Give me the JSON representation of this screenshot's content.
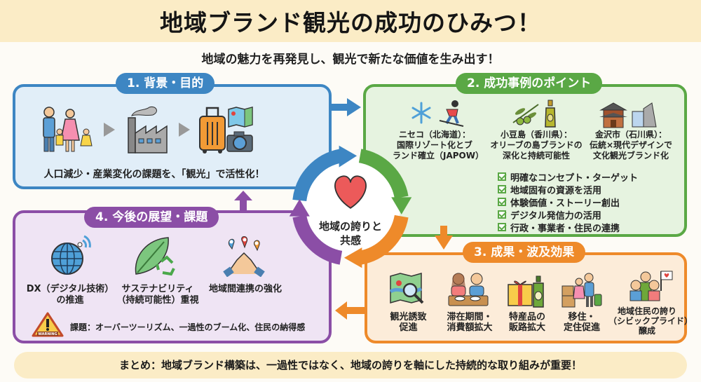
{
  "header": {
    "title": "地域ブランド観光の成功のひみつ！",
    "subtitle": "地域の魅力を再発見し、観光で新たな価値を生み出す！"
  },
  "center": {
    "label_line1": "地域の誇りと",
    "label_line2": "共感",
    "icon": "heart-icon"
  },
  "sections": {
    "background": {
      "title": "1. 背景・目的",
      "caption": "人口減少・産業変化の課題を、「観光」で活性化！",
      "icons": [
        "family-icon",
        "factory-icon",
        "suitcase-icon",
        "map-icon",
        "camera-icon"
      ],
      "color": "#3d86c3"
    },
    "cases": {
      "title": "2. 成功事例のポイント",
      "examples": [
        {
          "line1": "ニセコ（北海道）：",
          "line2": "国際リゾート化とブ",
          "line3": "ランド確立（JAPOW）",
          "icons": [
            "snowflake-icon",
            "skier-icon"
          ]
        },
        {
          "line1": "小豆島（香川県）：",
          "line2": "オリーブの島ブランドの",
          "line3": "深化と持続可能性",
          "icons": [
            "olive-branch-icon",
            "olive-oil-bottle-icon"
          ]
        },
        {
          "line1": "金沢市（石川県）：",
          "line2": "伝統×現代デザインで",
          "line3": "文化観光ブランド化",
          "icons": [
            "traditional-building-icon",
            "modern-building-icon"
          ]
        }
      ],
      "checklist": [
        "明確なコンセプト・ターゲット",
        "地域固有の資源を活用",
        "体験価値・ストーリー創出",
        "デジタル発信力の活用",
        "行政・事業者・住民の連携"
      ],
      "color": "#5aa845"
    },
    "results": {
      "title": "3. 成果・波及効果",
      "items": [
        {
          "line1": "観光誘致",
          "line2": "促進",
          "line3": "",
          "icon": "map-search-icon"
        },
        {
          "line1": "滞在期間・",
          "line2": "消費額拡大",
          "line3": "",
          "icon": "dining-couple-icon"
        },
        {
          "line1": "特産品の",
          "line2": "販路拡大",
          "line3": "",
          "icon": "gift-bottle-icon"
        },
        {
          "line1": "移住・",
          "line2": "定住促進",
          "line3": "",
          "icon": "moving-family-icon"
        },
        {
          "line1": "地域住民の誇り",
          "line2": "（シビックプライド）",
          "line3": "醸成",
          "icon": "residents-flag-icon"
        }
      ],
      "color": "#ee8a2a"
    },
    "future": {
      "title": "4. 今後の展望・課題",
      "items": [
        {
          "line1": "DX（デジタル技術）",
          "line2": "の推進",
          "icon": "globe-wifi-icon"
        },
        {
          "line1": "サステナビリティ",
          "line2": "（持続可能性）重視",
          "icon": "leaf-recycle-icon"
        },
        {
          "line1": "地域間連携の強化",
          "line2": "",
          "icon": "handshake-pins-icon"
        }
      ],
      "warning_label": "WARNING",
      "challenge": "課題：オーバーツーリズム、一過性のブーム化、住民の納得感",
      "color": "#8b4ea6"
    }
  },
  "summary": "まとめ：地域ブランド構築は、一過性ではなく、地域の誇りを軸にした持続的な取り組みが重要！"
}
